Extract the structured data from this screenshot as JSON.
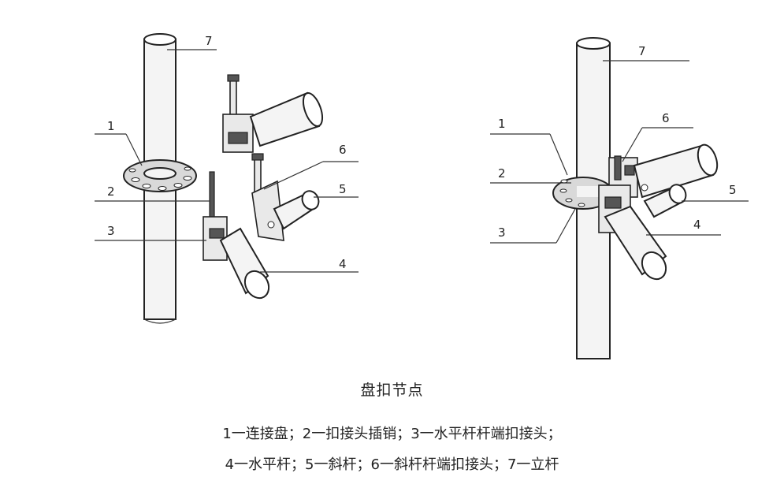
{
  "diagram": {
    "labels_left": [
      "1",
      "2",
      "3",
      "4",
      "5",
      "6",
      "7"
    ],
    "labels_right": [
      "1",
      "2",
      "3",
      "4",
      "5",
      "6",
      "7"
    ]
  },
  "caption": {
    "title": "盘扣节点",
    "legend_line_1": "1一连接盘；2一扣接头插销；3一水平杆杆端扣接头；",
    "legend_line_2": "4一水平杆；5一斜杆；6一斜杆杆端扣接头；7一立杆"
  }
}
